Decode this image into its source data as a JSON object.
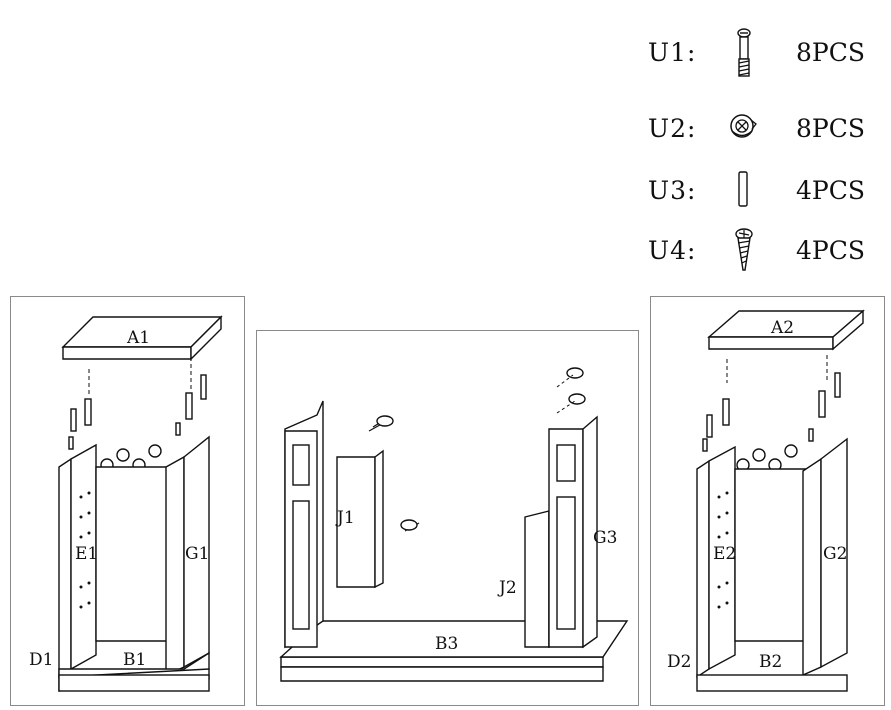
{
  "parts_list": [
    {
      "code": "U1:",
      "qty": "8PCS",
      "icon": "cam-bolt-icon"
    },
    {
      "code": "U2:",
      "qty": "8PCS",
      "icon": "cam-lock-icon"
    },
    {
      "code": "U3:",
      "qty": "4PCS",
      "icon": "wood-dowel-icon"
    },
    {
      "code": "U4:",
      "qty": "4PCS",
      "icon": "screw-icon"
    }
  ],
  "left_panel": {
    "top": "A1",
    "side_left": "E1",
    "side_right": "G1",
    "front": "D1",
    "bottom": "B1"
  },
  "center_panel": {
    "inner_left": "J1",
    "inner_right": "J2",
    "side_right": "G3",
    "bottom": "B3"
  },
  "right_panel": {
    "top": "A2",
    "side_left": "E2",
    "side_right": "G2",
    "front": "D2",
    "bottom": "B2"
  }
}
